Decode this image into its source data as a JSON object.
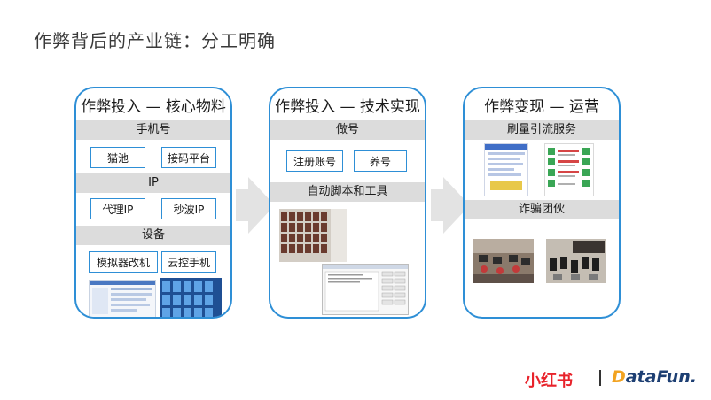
{
  "title": "作弊背后的产业链：分工明确",
  "panels": [
    {
      "title": "作弊投入 — 核心物料",
      "sections": [
        {
          "label": "手机号",
          "chips": [
            "猫池",
            "接码平台"
          ]
        },
        {
          "label": "IP",
          "chips": [
            "代理IP",
            "秒波IP"
          ]
        },
        {
          "label": "设备",
          "chips": [
            "模拟器改机",
            "云控手机"
          ]
        }
      ]
    },
    {
      "title": "作弊投入 — 技术实现",
      "sections": [
        {
          "label": "做号",
          "chips": [
            "注册账号",
            "养号"
          ]
        },
        {
          "label": "自动脚本和工具",
          "chips": []
        }
      ]
    },
    {
      "title": "作弊变现 — 运营",
      "sections": [
        {
          "label": "刷量引流服务",
          "chips": []
        },
        {
          "label": "诈骗团伙",
          "chips": []
        }
      ]
    }
  ],
  "footer": {
    "brand_left": "小红书",
    "brand_right_prefix": "D",
    "brand_right": "ataFun."
  },
  "colors": {
    "panel_border": "#2e8fd6",
    "section_bar": "#dcdcdc",
    "arrow": "#e3e3e3",
    "brand_red": "#e8232b",
    "brand_navy": "#1d3f73",
    "brand_orange": "#f2a321"
  }
}
